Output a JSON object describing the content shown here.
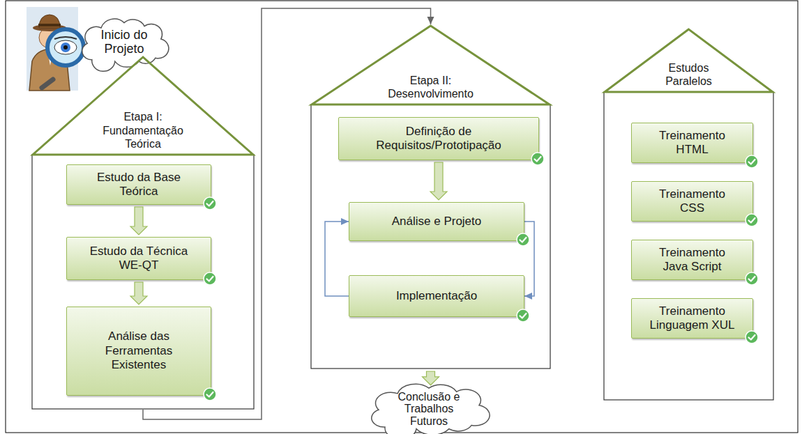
{
  "diagram": {
    "nodes": [
      {
        "text": [
          "Inicio do Projeto"
        ]
      },
      {
        "text": [
          "Etapa I: Fundamentação Teórica"
        ]
      },
      {
        "text": [
          "Estudo da Base Teórica"
        ],
        "in": 1
      },
      {
        "text": [
          "Estudo da Técnica WE-QT"
        ],
        "in": 1
      },
      {
        "text": [
          "Análise das Ferramentas Existentes"
        ],
        "in": 1
      },
      {
        "text": [
          "Etapa II: Desenvolvimento"
        ]
      },
      {
        "text": [
          "Definição de Requisitos/Prototipação"
        ],
        "in": 5
      },
      {
        "text": [
          "Análise e Projeto"
        ],
        "in": 5
      },
      {
        "text": [
          "Implementação"
        ],
        "in": 5
      },
      {
        "text": [
          "Conclusão e Trabalhos Futuros"
        ]
      },
      {
        "text": [
          "Estudos Paralelos"
        ]
      },
      {
        "text": [
          "Treinamento HTML"
        ],
        "in": 10
      },
      {
        "text": [
          "Treinamento CSS"
        ],
        "in": 10
      },
      {
        "text": [
          "Treinamento Java Script"
        ],
        "in": 10
      },
      {
        "text": [
          "Treinamento Linguagem XUL"
        ],
        "in": 10
      }
    ],
    "edges": [
      {
        "from": 2,
        "to": 3,
        "arrow": "to"
      },
      {
        "from": 3,
        "to": 4,
        "arrow": "to"
      },
      {
        "from": 1,
        "to": 5,
        "arrow": "to"
      },
      {
        "from": 6,
        "to": 7,
        "arrow": "to"
      },
      {
        "from": 7,
        "to": 8,
        "arrow": "to"
      },
      {
        "from": 8,
        "to": 7,
        "arrow": "to"
      },
      {
        "from": 5,
        "to": 9,
        "arrow": "to"
      }
    ]
  }
}
